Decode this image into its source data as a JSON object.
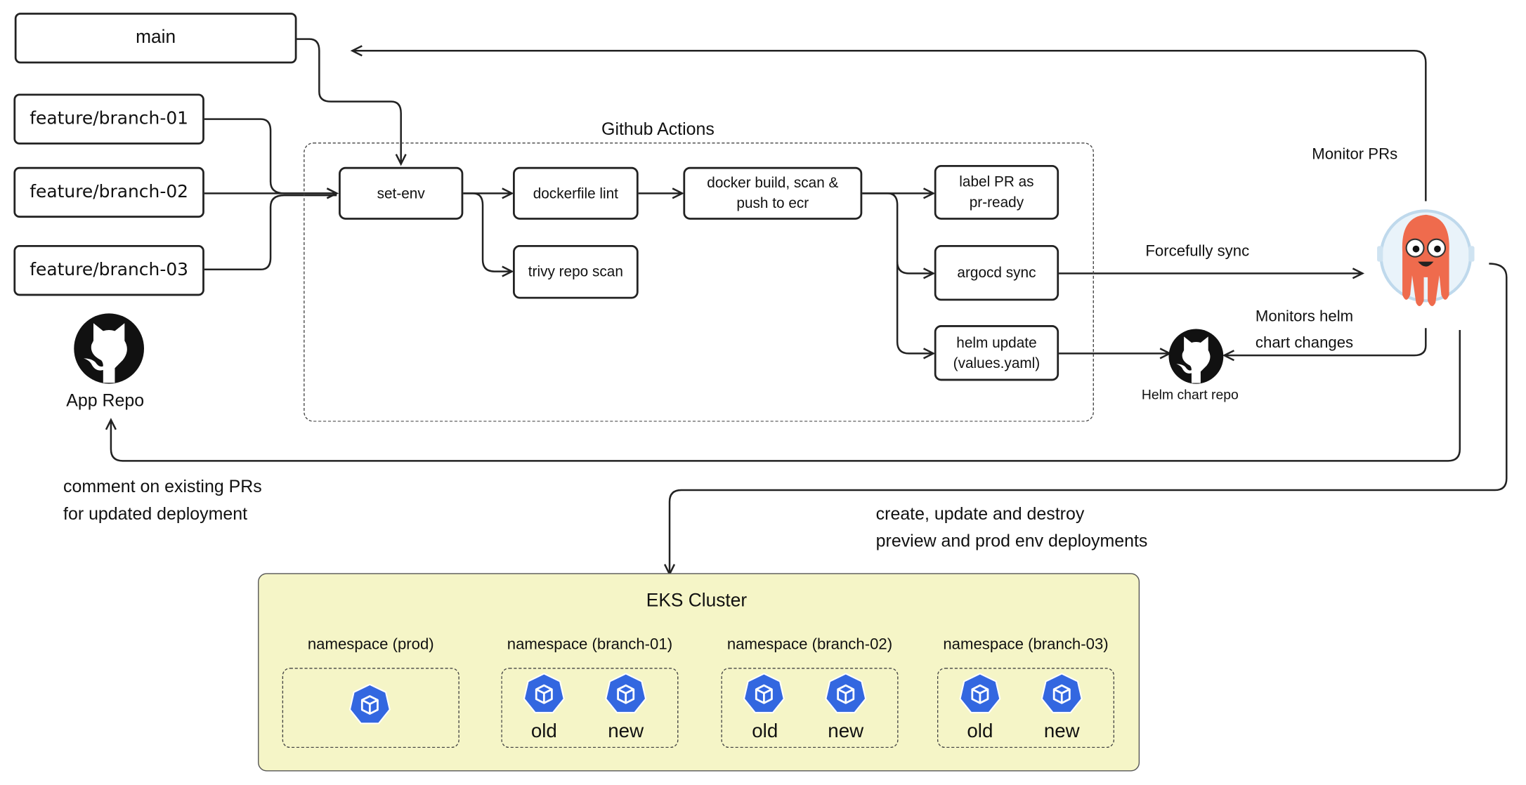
{
  "branches": {
    "main": "main",
    "feature1": "feature/branch-01",
    "feature2": "feature/branch-02",
    "feature3": "feature/branch-03"
  },
  "app_repo": {
    "label": "App Repo",
    "icon": "github-icon"
  },
  "github_actions": {
    "title": "Github Actions",
    "steps": {
      "set_env": "set-env",
      "dockerfile_lint": "dockerfile lint",
      "trivy": "trivy repo scan",
      "docker_build": "docker build, scan &\npush to ecr",
      "label_pr": "label PR as\npr-ready",
      "argocd_sync": "argocd sync",
      "helm_update": "helm update\n(values.yaml)"
    }
  },
  "helm_repo": {
    "label": "Helm chart repo",
    "icon": "github-icon"
  },
  "argocd": {
    "icon": "argo-octopus-icon"
  },
  "annotations": {
    "monitor_prs": "Monitor PRs",
    "forcefully_sync": "Forcefully sync",
    "monitors_helm": "Monitors helm\nchart changes",
    "comment_prs": "comment on existing PRs\nfor updated deployment",
    "create_update": "create, update and destroy\npreview and prod env deployments"
  },
  "eks": {
    "title": "EKS Cluster",
    "namespaces": [
      {
        "label": "namespace (prod)",
        "pods": [
          ""
        ]
      },
      {
        "label": "namespace (branch-01)",
        "pods": [
          "old",
          "new"
        ]
      },
      {
        "label": "namespace (branch-02)",
        "pods": [
          "old",
          "new"
        ]
      },
      {
        "label": "namespace (branch-03)",
        "pods": [
          "old",
          "new"
        ]
      }
    ],
    "pod_icon": "kubernetes-pod-icon"
  },
  "colors": {
    "eks_bg": "#f5f5c7",
    "k8s_blue": "#3367e0",
    "argo_orange": "#ef6b4d"
  }
}
